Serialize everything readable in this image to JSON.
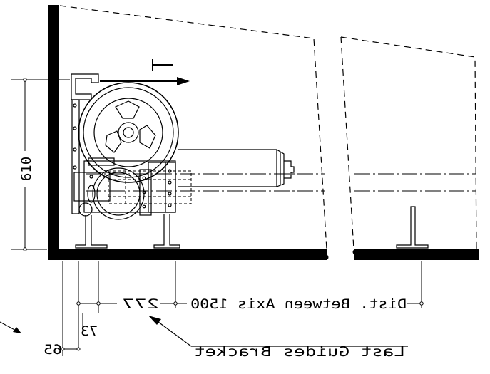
{
  "drawing": {
    "dimensions": {
      "height": "610",
      "first_offset": "65",
      "second_offset": "73",
      "bracket_offset": "277",
      "axis_distance": "Dist. Between Axis 1500"
    },
    "labels": {
      "tension_symbol": "T",
      "bracket_callout": "Last Guides Bracket"
    },
    "colors": {
      "ink": "#000000",
      "background": "#ffffff"
    }
  }
}
